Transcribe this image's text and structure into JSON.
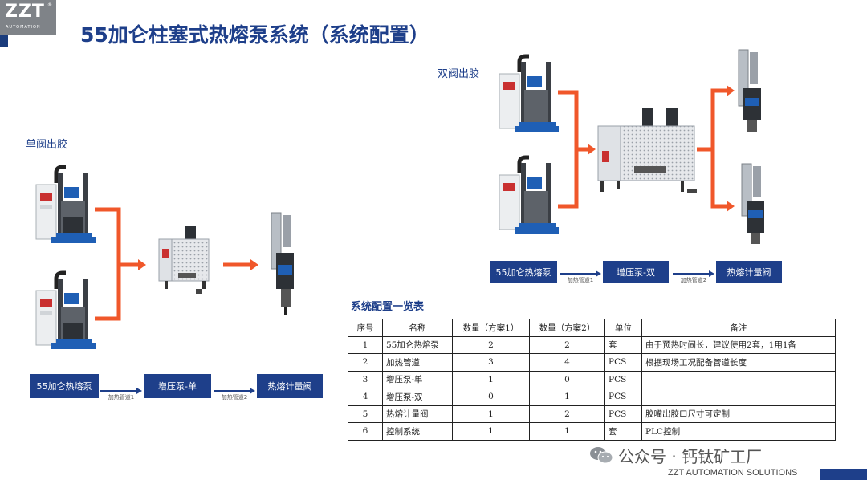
{
  "header": {
    "logo_text": "ZZT",
    "logo_sub": "AUTOMATION",
    "logo_reg": "®",
    "title": "55加仑柱塞式热熔泵系统（系统配置）"
  },
  "colors": {
    "brand_blue": "#1e3f8a",
    "arrow_orange": "#f0572a",
    "logo_gray": "#7f8388"
  },
  "single_valve": {
    "label": "单阀出胶",
    "flow": {
      "box1": "55加仑热熔泵",
      "conn1": "加热管道1",
      "box2": "增压泵-单",
      "conn2": "加热管道2",
      "box3": "热熔计量阀"
    }
  },
  "dual_valve": {
    "label": "双阀出胶",
    "flow": {
      "box1": "55加仑热熔泵",
      "conn1": "加热管道1",
      "box2": "增压泵-双",
      "conn2": "加热管道2",
      "box3": "热熔计量阀"
    }
  },
  "config_table": {
    "title": "系统配置一览表",
    "headers": [
      "序号",
      "名称",
      "数量（方案1）",
      "数量（方案2）",
      "单位",
      "备注"
    ],
    "rows": [
      [
        "1",
        "55加仑热熔泵",
        "2",
        "2",
        "套",
        "由于预热时间长，建议使用2套，1用1备"
      ],
      [
        "2",
        "加热管道",
        "3",
        "4",
        "PCS",
        "根据现场工况配备管道长度"
      ],
      [
        "3",
        "增压泵-单",
        "1",
        "0",
        "PCS",
        ""
      ],
      [
        "4",
        "增压泵-双",
        "0",
        "1",
        "PCS",
        ""
      ],
      [
        "5",
        "热熔计量阀",
        "1",
        "2",
        "PCS",
        "胶嘴出胶口尺寸可定制"
      ],
      [
        "6",
        "控制系统",
        "1",
        "1",
        "套",
        "PLC控制"
      ]
    ]
  },
  "watermark": {
    "text": "公众号 · 钙钛矿工厂",
    "icon": "wechat-icon"
  },
  "footer": {
    "text": "ZZT AUTOMATION SOLUTIONS"
  }
}
